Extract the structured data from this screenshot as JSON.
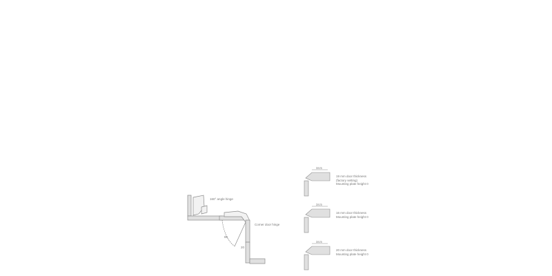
{
  "main_drawing": {
    "angle_hinge_label": "160° angle hinge",
    "corner_hinge_label": "Corner door hinge",
    "angle_value": "85",
    "angle_value2": "20"
  },
  "details": [
    {
      "dimension": "34.5",
      "lines": [
        "19 mm door thickness",
        "(factory setting)",
        "Mounting plate height 0"
      ]
    },
    {
      "dimension": "34.5",
      "lines": [
        "16 mm door thickness",
        "Mounting plate height 0"
      ]
    },
    {
      "dimension": "34.5",
      "lines": [
        "20 mm door thickness",
        "Mounting plate height 0"
      ]
    }
  ],
  "colors": {
    "line": "#8a8a8a",
    "fill": "#d8d8d8"
  }
}
